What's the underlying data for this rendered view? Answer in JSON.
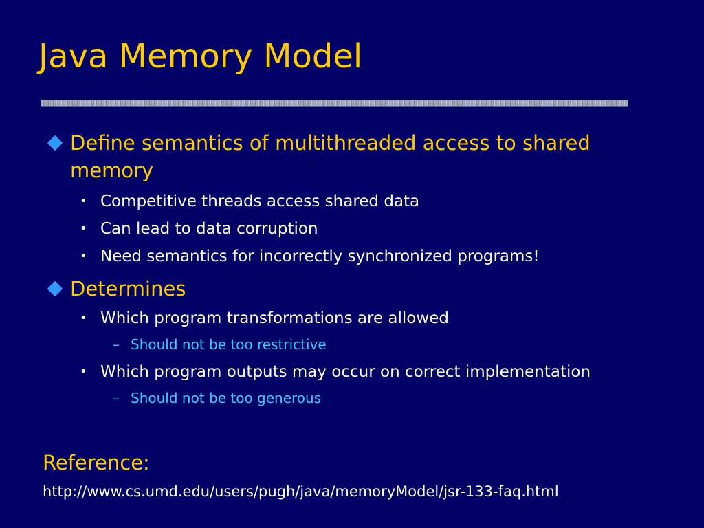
{
  "slide": {
    "title": "Java Memory Model",
    "items": [
      {
        "text": "Define semantics of multithreaded access to shared memory",
        "subitems": [
          {
            "text": "Competitive threads access shared data"
          },
          {
            "text": "Can lead to data corruption"
          },
          {
            "text": "Need semantics for incorrectly  synchronized programs!"
          }
        ]
      },
      {
        "text": "Determines",
        "subitems": [
          {
            "text": "Which program transformations are allowed",
            "subitems": [
              {
                "text": "Should not be too restrictive"
              }
            ]
          },
          {
            "text": "Which program outputs may occur on correct implementation",
            "subitems": [
              {
                "text": "Should not be too generous"
              }
            ]
          }
        ]
      }
    ],
    "reference": {
      "label": "Reference:",
      "url": "http://www.cs.umd.edu/users/pugh/java/memoryModel/jsr-133-faq.html"
    },
    "bullet_glyph": "•",
    "dash_glyph": "–",
    "colors": {
      "background": "#000066",
      "title": "#FFCC00",
      "level1_text": "#FFCC00",
      "level1_bullet": "#3399FF",
      "level2_text": "#FFFFFF",
      "level3_text": "#33CCFF"
    }
  }
}
